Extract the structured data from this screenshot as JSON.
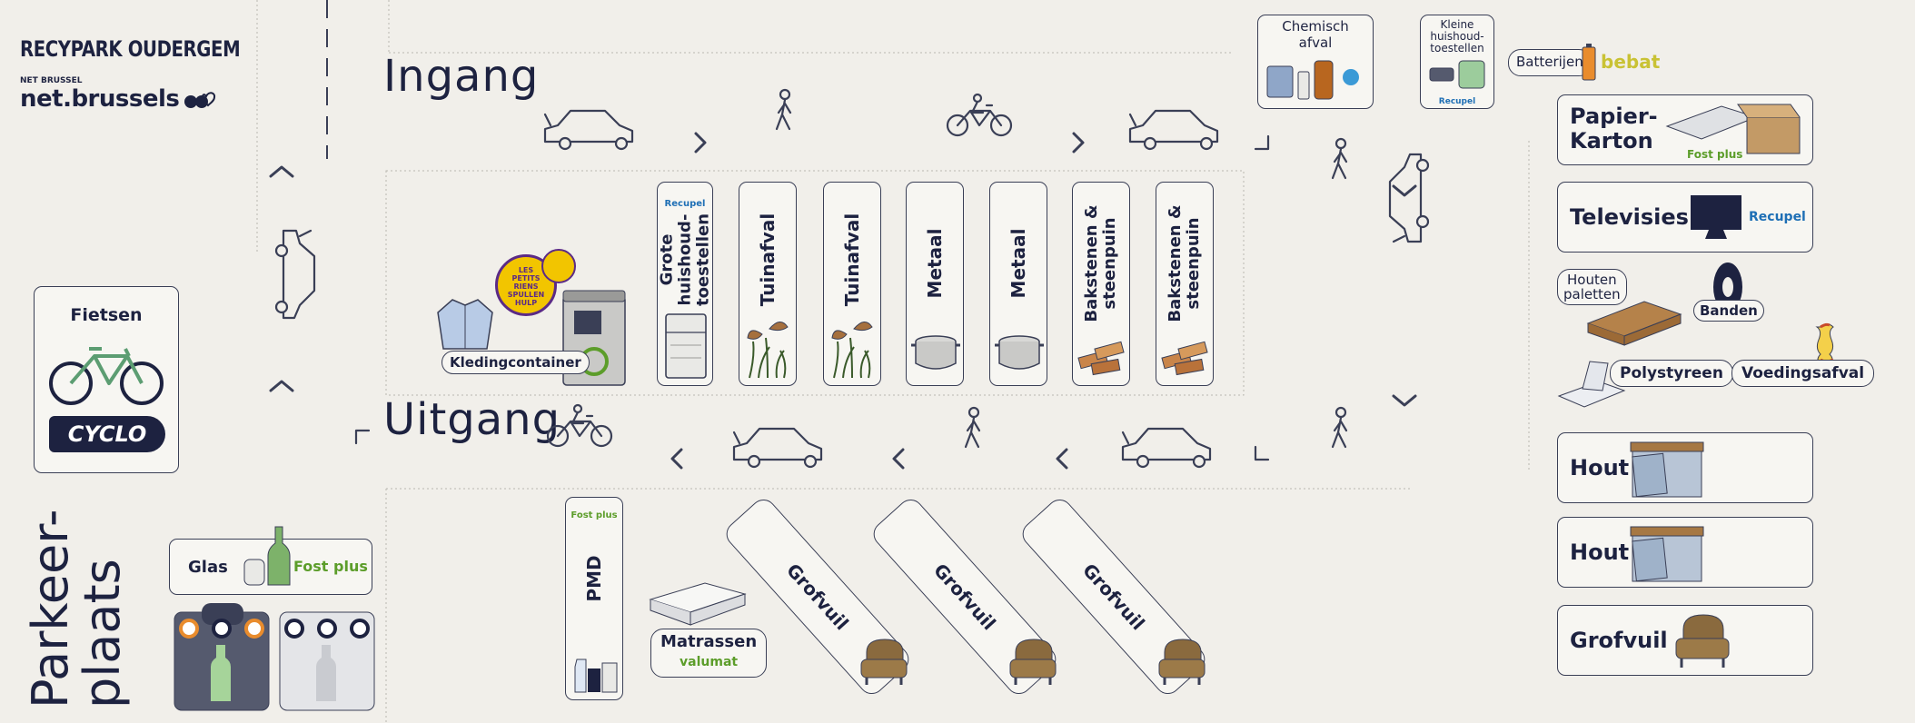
{
  "brand": {
    "park_name": "RECYPARK OUDERGEM",
    "org_small": "NET BRUSSEL",
    "org_name": "net.brussels"
  },
  "lanes": {
    "entrance": "Ingang",
    "exit": "Uitgang",
    "parking": [
      "Parkeer-",
      "plaats"
    ]
  },
  "logos": {
    "fostplus": "Fost plus",
    "recupel": "Recupel",
    "bebat": "bebat",
    "cyclo": "CYCLO",
    "valumat": "valumat",
    "petits_riens": [
      "LES",
      "PETITS",
      "RIENS"
    ],
    "spullenhulp": [
      "SPULLEN",
      "HULP"
    ]
  },
  "containers_center": [
    {
      "label": "Grote huishoud-toestellen",
      "lines": [
        "Grote",
        "huishoud-",
        "toestellen"
      ]
    },
    {
      "label": "Tuinafval",
      "lines": [
        "Tuinafval"
      ]
    },
    {
      "label": "Tuinafval",
      "lines": [
        "Tuinafval"
      ]
    },
    {
      "label": "Metaal",
      "lines": [
        "Metaal"
      ]
    },
    {
      "label": "Metaal",
      "lines": [
        "Metaal"
      ]
    },
    {
      "label": "Bakstenen & steenpuin",
      "lines": [
        "Bakstenen &",
        "steenpuin"
      ]
    },
    {
      "label": "Bakstenen & steenpuin",
      "lines": [
        "Bakstenen &",
        "steenpuin"
      ]
    }
  ],
  "kleding": "Kledingcontainer",
  "top_stations": {
    "chemisch": [
      "Chemisch",
      "afval"
    ],
    "klein": [
      "Kleine",
      "huishoud-",
      "toestellen"
    ],
    "batterijen": "Batterijen"
  },
  "right_column": {
    "papier": [
      "Papier-",
      "Karton"
    ],
    "televisies": "Televisies",
    "houten_paletten": [
      "Houten",
      "paletten"
    ],
    "banden": "Banden",
    "polystyreen": "Polystyreen",
    "voedingsafval": "Voedingsafval",
    "hout_1": "Hout",
    "hout_2": "Hout",
    "grofvuil": "Grofvuil"
  },
  "left_column": {
    "fietsen": "Fietsen",
    "glas": "Glas"
  },
  "bottom": {
    "pmd": "PMD",
    "matrassen": "Matrassen",
    "grofvuil": [
      "Grofvuil",
      "Grofvuil",
      "Grofvuil"
    ]
  },
  "colors": {
    "ink": "#1d2240",
    "fostplus_green": "#5c9d2a",
    "recupel_blue": "#1e6fb5",
    "bebat_yellow": "#c9c234",
    "petits_riens_purple": "#5b2a86",
    "petits_riens_yellow": "#f2c500"
  }
}
